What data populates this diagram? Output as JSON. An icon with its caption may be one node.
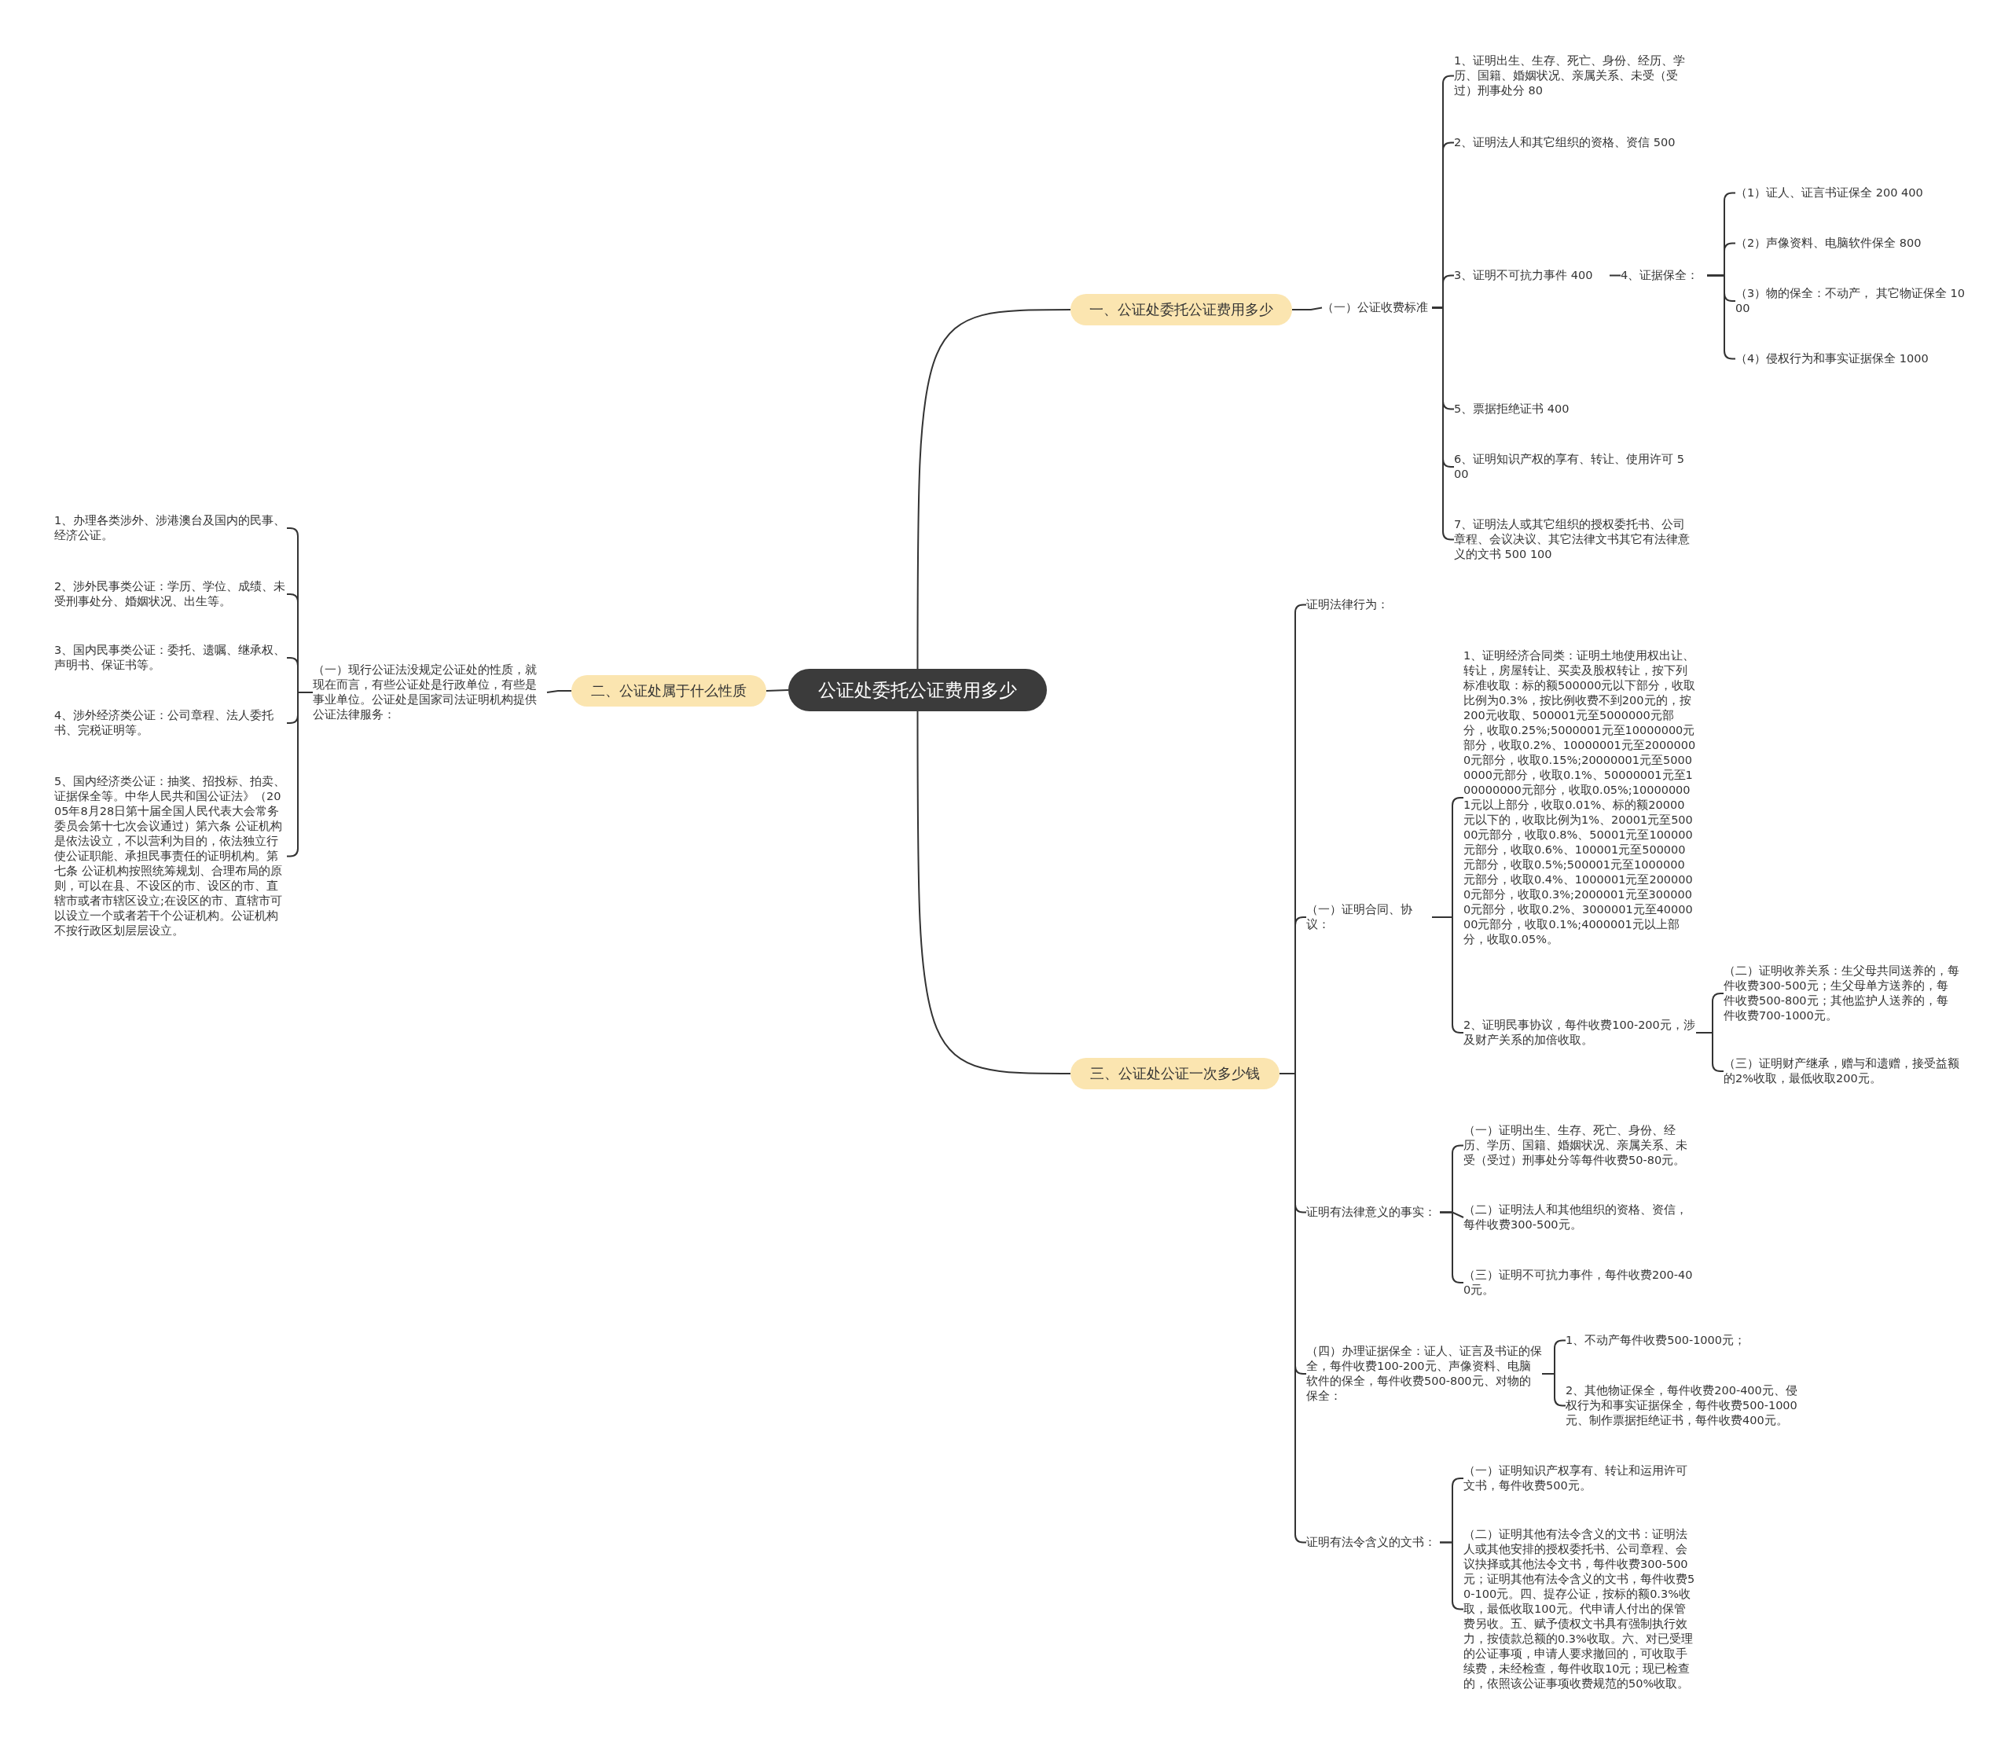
{
  "diagram": {
    "nodes": [
      {
        "text": [
          "公证处委托公证费用多少"
        ]
      },
      {
        "text": [
          "一、公证处委托公证费用多少"
        ]
      },
      {
        "text": [
          "（一）公证收费标准"
        ]
      },
      {
        "text": [
          "1、证明出生、生存、死亡、身份、经历、学历、国籍、婚姻状况、亲属关系、未受（受过）刑事处分 80"
        ]
      },
      {
        "text": [
          "2、证明法人和其它组织的资格、资信 500"
        ]
      },
      {
        "text": [
          "3、证明不可抗力事件 400"
        ]
      },
      {
        "text": [
          "4、证据保全："
        ]
      },
      {
        "text": [
          "（1）证人、证言书证保全 200 400"
        ]
      },
      {
        "text": [
          "（2）声像资料、电脑软件保全 800"
        ]
      },
      {
        "text": [
          "（3）物的保全：不动产， 其它物证保全 1000"
        ]
      },
      {
        "text": [
          "（4）侵权行为和事实证据保全 1000"
        ]
      },
      {
        "text": [
          "5、票据拒绝证书 400"
        ]
      },
      {
        "text": [
          "6、证明知识产权的享有、转让、使用许可 500"
        ]
      },
      {
        "text": [
          "7、证明法人或其它组织的授权委托书、公司章程、会议决议、其它法律文书其它有法律意义的文书 500 100"
        ]
      },
      {
        "text": [
          "二、公证处属于什么性质"
        ]
      },
      {
        "text": [
          "（一）现行公证法没规定公证处的性质，就现在而言，有些公证处是行政单位，有些是事业单位。公证处是国家司法证明机构提供公证法律服务："
        ]
      },
      {
        "text": [
          "1、办理各类涉外、涉港澳台及国内的民事、经济公证。"
        ]
      },
      {
        "text": [
          "2、涉外民事类公证：学历、学位、成绩、未受刑事处分、婚姻状况、出生等。"
        ]
      },
      {
        "text": [
          "3、国内民事类公证：委托、遗嘱、继承权、声明书、保证书等。"
        ]
      },
      {
        "text": [
          "4、涉外经济类公证：公司章程、法人委托书、完税证明等。"
        ]
      },
      {
        "text": [
          "5、国内经济类公证：抽奖、招投标、拍卖、证据保全等。中华人民共和国公证法》（2005年8月28日第十届全国人民代表大会常务委员会第十七次会议通过）第六条 公证机构是依法设立，不以营利为目的，依法独立行使公证职能、承担民事责任的证明机构。第七条 公证机构按照统筹规划、合理布局的原则，可以在县、不设区的市、设区的市、直辖市或者市辖区设立;在设区的市、直辖市可以设立一个或者若干个公证机构。公证机构不按行政区划层层设立。"
        ]
      },
      {
        "text": [
          "三、公证处公证一次多少钱"
        ]
      },
      {
        "text": [
          "证明法律行为："
        ]
      },
      {
        "text": [
          "（一）证明合同、协议："
        ]
      },
      {
        "text": [
          "1、证明经济合同类：证明土地使用权出让、转让，房屋转让、买卖及股权转让，按下列标准收取：标的额500000元以下部分，收取比例为0.3%，按比例收费不到200元的，按200元收取、500001元至5000000元部分，收取0.25%;5000001元至10000000元部分，收取0.2%、10000001元至20000000元部分，收取0.15%;20000001元至50000000元部分，收取0.1%、50000001元至100000000元部分，收取0.05%;100000001元以上部分，收取0.01%、标的额20000元以下的，收取比例为1%、20001元至50000元部分，收取0.8%、50001元至100000元部分，收取0.6%、100001元至500000元部分，收取0.5%;500001元至1000000元部分，收取0.4%、1000001元至2000000元部分，收取0.3%;2000001元至3000000元部分，收取0.2%、3000001元至4000000元部分，收取0.1%;4000001元以上部分，收取0.05%。"
        ]
      },
      {
        "text": [
          "2、证明民事协议，每件收费100-200元，涉及财产关系的加倍收取。"
        ]
      },
      {
        "text": [
          "（二）证明收养关系：生父母共同送养的，每件收费300-500元；生父母单方送养的，每件收费500-800元；其他监护人送养的，每件收费700-1000元。"
        ]
      },
      {
        "text": [
          "（三）证明财产继承，赠与和遗赠，接受益额的2%收取，最低收取200元。"
        ]
      },
      {
        "text": [
          "证明有法律意义的事实："
        ]
      },
      {
        "text": [
          "（一）证明出生、生存、死亡、身份、经历、学历、国籍、婚姻状况、亲属关系、未受（受过）刑事处分等每件收费50-80元。"
        ]
      },
      {
        "text": [
          "（二）证明法人和其他组织的资格、资信，每件收费300-500元。"
        ]
      },
      {
        "text": [
          "（三）证明不可抗力事件，每件收费200-400元。"
        ]
      },
      {
        "text": [
          "（四）办理证据保全：证人、证言及书证的保全，每件收费100-200元、声像资料、电脑软件的保全，每件收费500-800元、对物的保全："
        ]
      },
      {
        "text": [
          "1、不动产每件收费500-1000元；"
        ]
      },
      {
        "text": [
          "2、其他物证保全，每件收费200-400元、侵权行为和事实证据保全，每件收费500-1000元、制作票据拒绝证书，每件收费400元。"
        ]
      },
      {
        "text": [
          "证明有法令含义的文书："
        ]
      },
      {
        "text": [
          "（一）证明知识产权享有、转让和运用许可文书，每件收费500元。"
        ]
      },
      {
        "text": [
          "（二）证明其他有法令含义的文书：证明法人或其他安排的授权委托书、公司章程、会议抉择或其他法令文书，每件收费300-500元；证明其他有法令含义的文书，每件收费50-100元。四、提存公证，按标的额0.3%收取，最低收取100元。代申请人付出的保管费另收。五、赋予债权文书具有强制执行效力，按债款总额的0.3%收取。六、对已受理的公证事项，申请人要求撤回的，可收取手续费，未经检查，每件收取10元；现已检查的，依照该公证事项收费规范的50%收取。"
        ]
      }
    ],
    "edges": [
      {
        "from": 0,
        "to": 1,
        "arrow": "none"
      },
      {
        "from": 1,
        "to": 2,
        "arrow": "none"
      },
      {
        "from": 2,
        "to": 3,
        "arrow": "none"
      },
      {
        "from": 2,
        "to": 4,
        "arrow": "none"
      },
      {
        "from": 2,
        "to": 5,
        "arrow": "none"
      },
      {
        "from": 5,
        "to": 6,
        "arrow": "none"
      },
      {
        "from": 6,
        "to": 7,
        "arrow": "none"
      },
      {
        "from": 6,
        "to": 8,
        "arrow": "none"
      },
      {
        "from": 6,
        "to": 9,
        "arrow": "none"
      },
      {
        "from": 6,
        "to": 10,
        "arrow": "none"
      },
      {
        "from": 2,
        "to": 11,
        "arrow": "none"
      },
      {
        "from": 2,
        "to": 12,
        "arrow": "none"
      },
      {
        "from": 2,
        "to": 13,
        "arrow": "none"
      },
      {
        "from": 0,
        "to": 14,
        "arrow": "none"
      },
      {
        "from": 14,
        "to": 15,
        "arrow": "none"
      },
      {
        "from": 15,
        "to": 16,
        "arrow": "none"
      },
      {
        "from": 15,
        "to": 17,
        "arrow": "none"
      },
      {
        "from": 15,
        "to": 18,
        "arrow": "none"
      },
      {
        "from": 15,
        "to": 19,
        "arrow": "none"
      },
      {
        "from": 15,
        "to": 20,
        "arrow": "none"
      },
      {
        "from": 0,
        "to": 21,
        "arrow": "none"
      },
      {
        "from": 21,
        "to": 22,
        "arrow": "none"
      },
      {
        "from": 21,
        "to": 23,
        "arrow": "none"
      },
      {
        "from": 23,
        "to": 24,
        "arrow": "none"
      },
      {
        "from": 23,
        "to": 25,
        "arrow": "none"
      },
      {
        "from": 25,
        "to": 26,
        "arrow": "none"
      },
      {
        "from": 25,
        "to": 27,
        "arrow": "none"
      },
      {
        "from": 21,
        "to": 28,
        "arrow": "none"
      },
      {
        "from": 28,
        "to": 29,
        "arrow": "none"
      },
      {
        "from": 28,
        "to": 30,
        "arrow": "none"
      },
      {
        "from": 28,
        "to": 31,
        "arrow": "none"
      },
      {
        "from": 21,
        "to": 32,
        "arrow": "none"
      },
      {
        "from": 32,
        "to": 33,
        "arrow": "none"
      },
      {
        "from": 32,
        "to": 34,
        "arrow": "none"
      },
      {
        "from": 21,
        "to": 35,
        "arrow": "none"
      },
      {
        "from": 35,
        "to": 36,
        "arrow": "none"
      },
      {
        "from": 35,
        "to": 37,
        "arrow": "none"
      }
    ]
  }
}
